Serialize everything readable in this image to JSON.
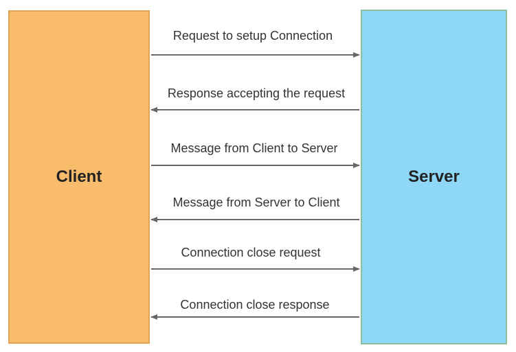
{
  "participants": {
    "client": "Client",
    "server": "Server"
  },
  "messages": [
    {
      "label": "Request to setup Connection",
      "direction": "client-to-server"
    },
    {
      "label": "Response accepting the request",
      "direction": "server-to-client"
    },
    {
      "label": "Message from Client to Server",
      "direction": "client-to-server"
    },
    {
      "label": "Message from Server to Client",
      "direction": "server-to-client"
    },
    {
      "label": "Connection close request",
      "direction": "client-to-server"
    },
    {
      "label": "Connection close response",
      "direction": "server-to-client"
    }
  ],
  "colors": {
    "client_fill": "#f9bc6c",
    "server_fill": "#8fd7f6",
    "arrow": "#666666"
  }
}
